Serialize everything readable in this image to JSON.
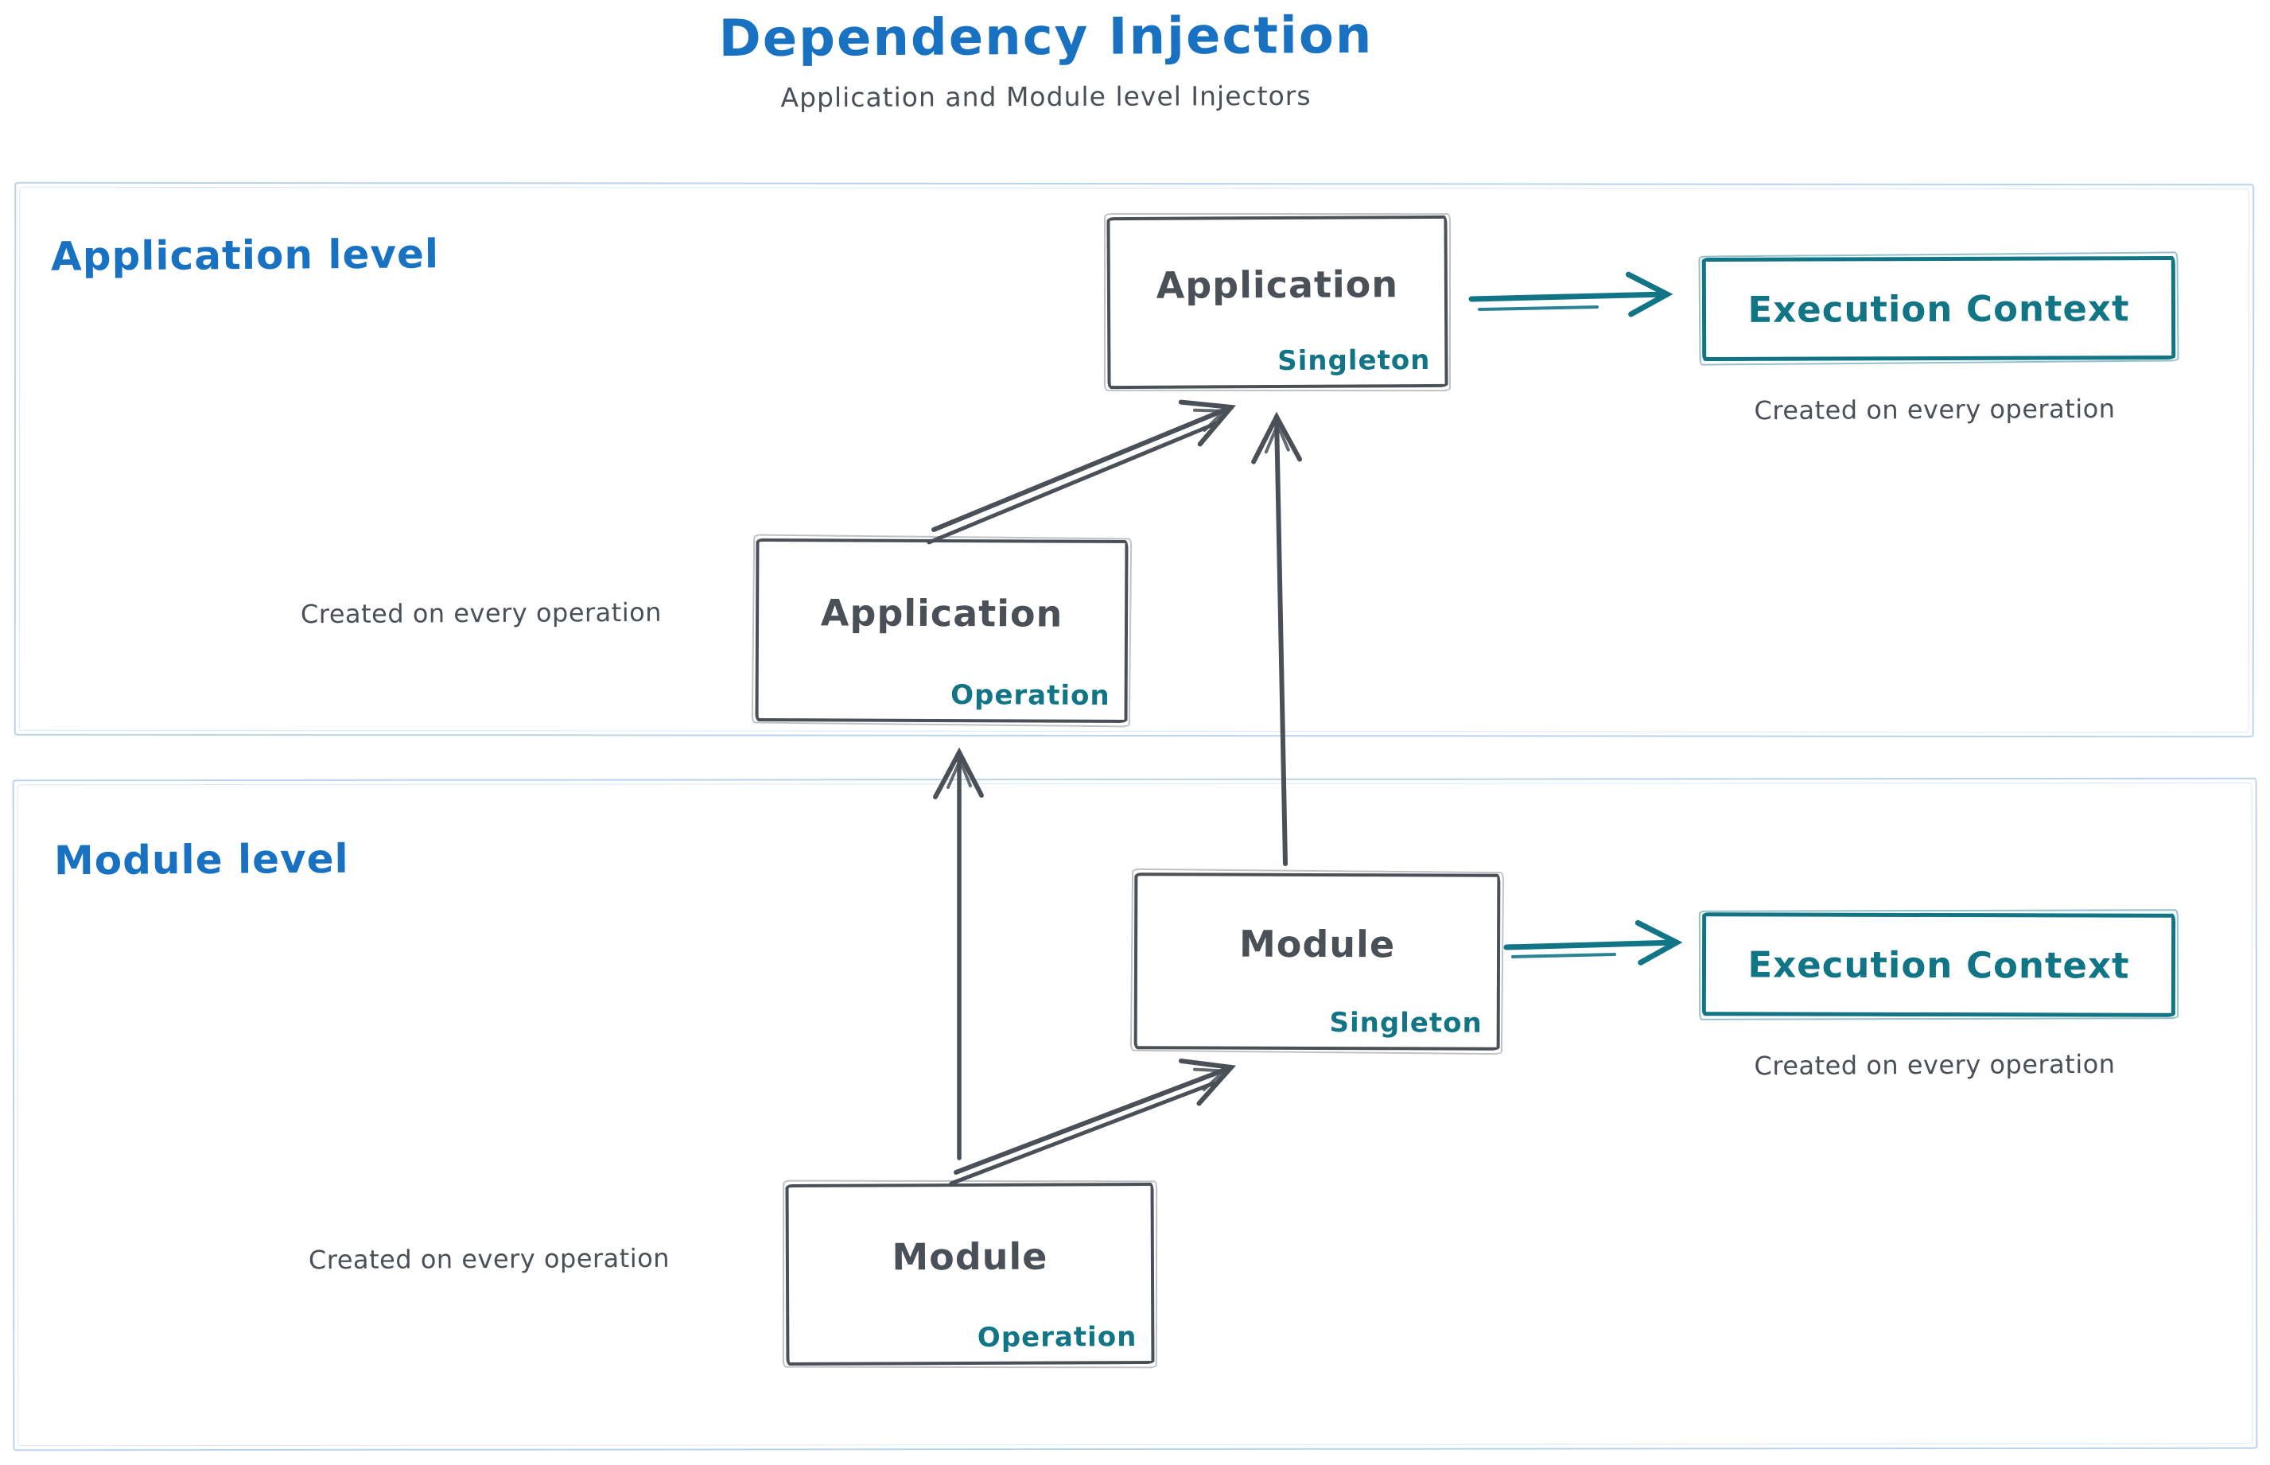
{
  "title": "Dependency Injection",
  "subtitle": "Application and Module level Injectors",
  "colors": {
    "blue": "#1971c2",
    "dark": "#495057",
    "teal": "#117586",
    "frame": "#b9d3ec"
  },
  "sections": {
    "application": {
      "label": "Application level",
      "singleton": {
        "name": "Application",
        "scope": "Singleton"
      },
      "operation": {
        "name": "Application",
        "scope": "Operation",
        "note": "Created on every operation"
      },
      "execution": {
        "label": "Execution Context",
        "note": "Created on every operation"
      }
    },
    "module": {
      "label": "Module level",
      "singleton": {
        "name": "Module",
        "scope": "Singleton"
      },
      "operation": {
        "name": "Module",
        "scope": "Operation",
        "note": "Created on every operation"
      },
      "execution": {
        "label": "Execution Context",
        "note": "Created on every operation"
      }
    }
  }
}
